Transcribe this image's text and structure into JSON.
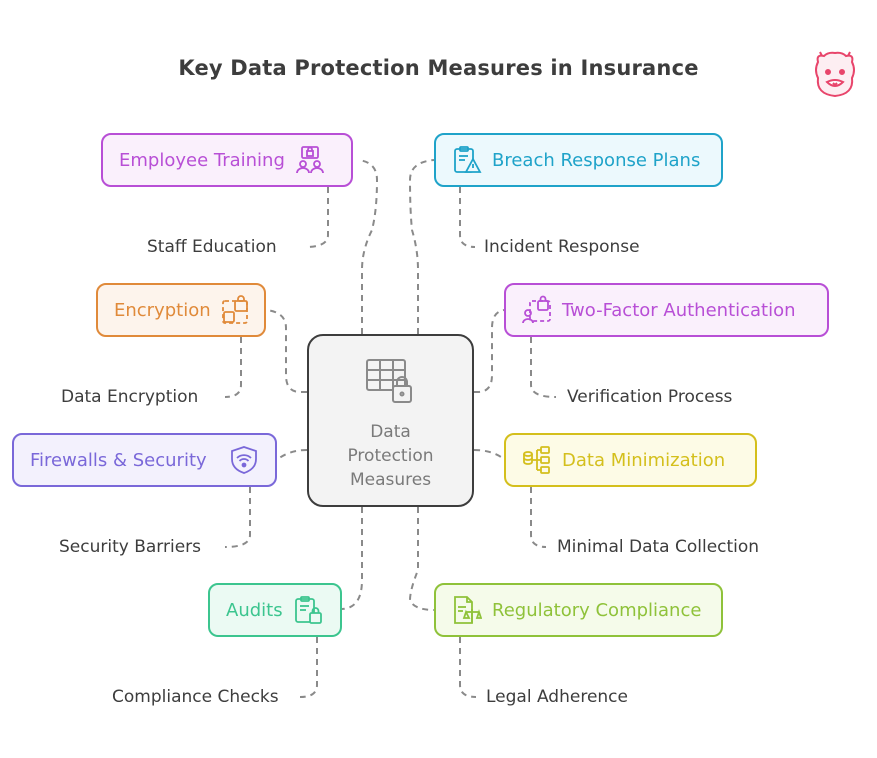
{
  "title": "Key Data Protection Measures in Insurance",
  "center": {
    "label": "Data Protection Measures",
    "icon": "table-lock-icon"
  },
  "nodes": [
    {
      "id": "employee-training",
      "label": "Employee Training",
      "sublabel": "Staff Education",
      "icon": "training-icon",
      "color": "#b84fd6",
      "bg": "#faf0fc"
    },
    {
      "id": "breach-response",
      "label": "Breach Response Plans",
      "sublabel": "Incident Response",
      "icon": "clipboard-warning-icon",
      "color": "#1fa3c9",
      "bg": "#ecf9fd"
    },
    {
      "id": "encryption",
      "label": "Encryption",
      "sublabel": "Data Encryption",
      "icon": "lock-icon",
      "color": "#e08a3a",
      "bg": "#fdf4ec"
    },
    {
      "id": "two-factor",
      "label": "Two-Factor Authentication",
      "sublabel": "Verification Process",
      "icon": "user-lock-icon",
      "color": "#b84fd6",
      "bg": "#faf0fc"
    },
    {
      "id": "firewalls",
      "label": "Firewalls & Security",
      "sublabel": "Security Barriers",
      "icon": "shield-wifi-icon",
      "color": "#7a68d9",
      "bg": "#f3f1fd"
    },
    {
      "id": "data-minimization",
      "label": "Data Minimization",
      "sublabel": "Minimal Data Collection",
      "icon": "data-tree-icon",
      "color": "#d4bf1c",
      "bg": "#fdfbe6"
    },
    {
      "id": "audits",
      "label": "Audits",
      "sublabel": "Compliance Checks",
      "icon": "clipboard-lock-icon",
      "color": "#3cc58f",
      "bg": "#ebfaf3"
    },
    {
      "id": "regulatory",
      "label": "Regulatory Compliance",
      "sublabel": "Legal Adherence",
      "icon": "document-scale-icon",
      "color": "#8fc23a",
      "bg": "#f5fbea"
    }
  ],
  "logo": {
    "icon": "alpaca-logo-icon",
    "color": "#e8456b"
  }
}
